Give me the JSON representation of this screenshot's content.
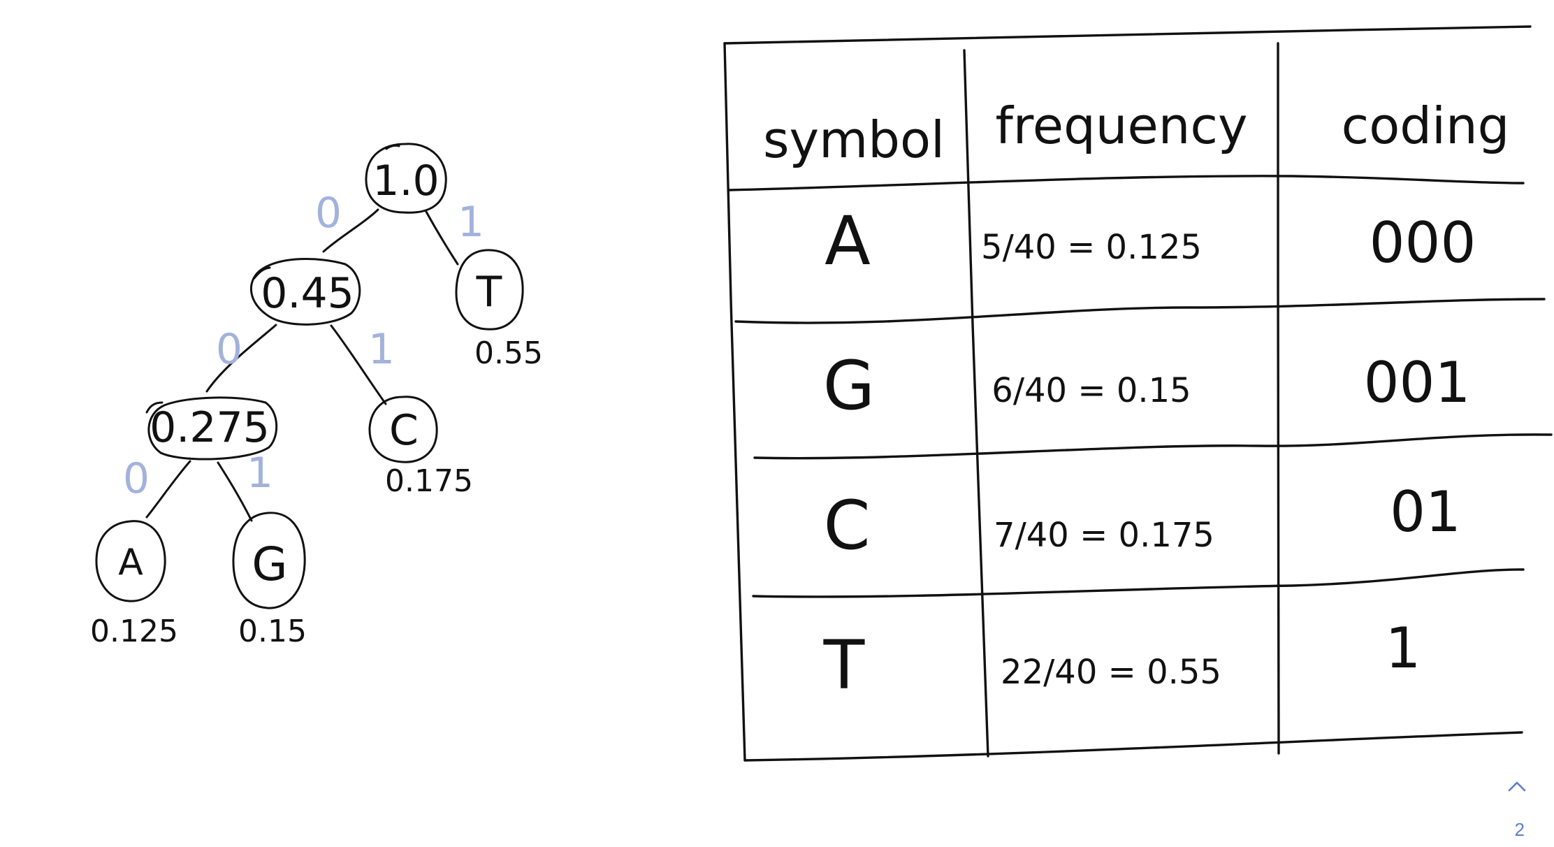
{
  "tree": {
    "nodes": [
      {
        "id": "root",
        "label": "1.0"
      },
      {
        "id": "n045",
        "label": "0.45"
      },
      {
        "id": "t",
        "label": "T",
        "prob": "0.55"
      },
      {
        "id": "n0275",
        "label": "0.275"
      },
      {
        "id": "c",
        "label": "C",
        "prob": "0.175"
      },
      {
        "id": "a",
        "label": "A",
        "prob": "0.125"
      },
      {
        "id": "g",
        "label": "G",
        "prob": "0.15"
      }
    ],
    "edges": [
      {
        "from": "root",
        "to": "n045",
        "bit": "0"
      },
      {
        "from": "root",
        "to": "t",
        "bit": "1"
      },
      {
        "from": "n045",
        "to": "n0275",
        "bit": "0"
      },
      {
        "from": "n045",
        "to": "c",
        "bit": "1"
      },
      {
        "from": "n0275",
        "to": "a",
        "bit": "0"
      },
      {
        "from": "n0275",
        "to": "g",
        "bit": "1"
      }
    ]
  },
  "table": {
    "headers": [
      "symbol",
      "frequency",
      "coding"
    ],
    "rows": [
      {
        "symbol": "A",
        "frequency": "5/40 = 0.125",
        "coding": "000"
      },
      {
        "symbol": "G",
        "frequency": "6/40 = 0.15",
        "coding": "001"
      },
      {
        "symbol": "C",
        "frequency": "7/40 = 0.175",
        "coding": "01"
      },
      {
        "symbol": "T",
        "frequency": "22/40 = 0.55",
        "coding": "1"
      }
    ]
  },
  "ui": {
    "page_up_icon": "chevron-up-icon",
    "page_number": "2",
    "accent_color": "#5a7bd0",
    "edge_label_color": "#a3b2dc"
  }
}
